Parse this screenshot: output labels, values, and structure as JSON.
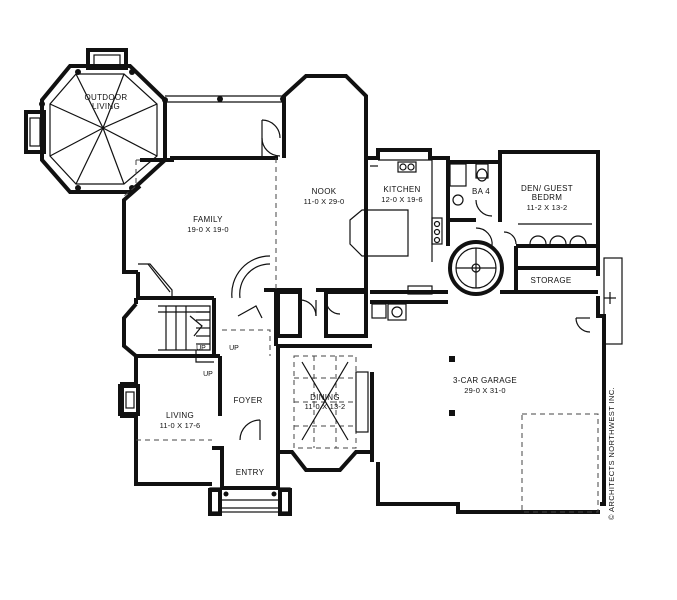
{
  "rooms": {
    "outdoor_living": {
      "name_line1": "OUTDOOR",
      "name_line2": "LIVING"
    },
    "family": {
      "name": "FAMILY",
      "dims": "19-0 X 19-0"
    },
    "nook": {
      "name": "NOOK",
      "dims": "11-0 X 29-0"
    },
    "kitchen": {
      "name": "KITCHEN",
      "dims": "12-0 X 19-6"
    },
    "ba4": {
      "name": "BA 4"
    },
    "den": {
      "name_line1": "DEN/ GUEST",
      "name_line2": "BEDRM",
      "dims": "11-2 X 13-2"
    },
    "storage": {
      "name": "STORAGE"
    },
    "garage": {
      "name": "3-CAR GARAGE",
      "dims": "29-0 X 31-0"
    },
    "living": {
      "name": "LIVING",
      "dims": "11-0 X 17-6"
    },
    "foyer": {
      "name": "FOYER"
    },
    "dining": {
      "name": "DINING",
      "dims": "11-0 X 13-2"
    },
    "entry": {
      "name": "ENTRY"
    }
  },
  "stairs": {
    "up1": "UP",
    "up2": "UP",
    "up3": "UP"
  },
  "copyright": "© ARCHITECTS NORTHWEST INC."
}
